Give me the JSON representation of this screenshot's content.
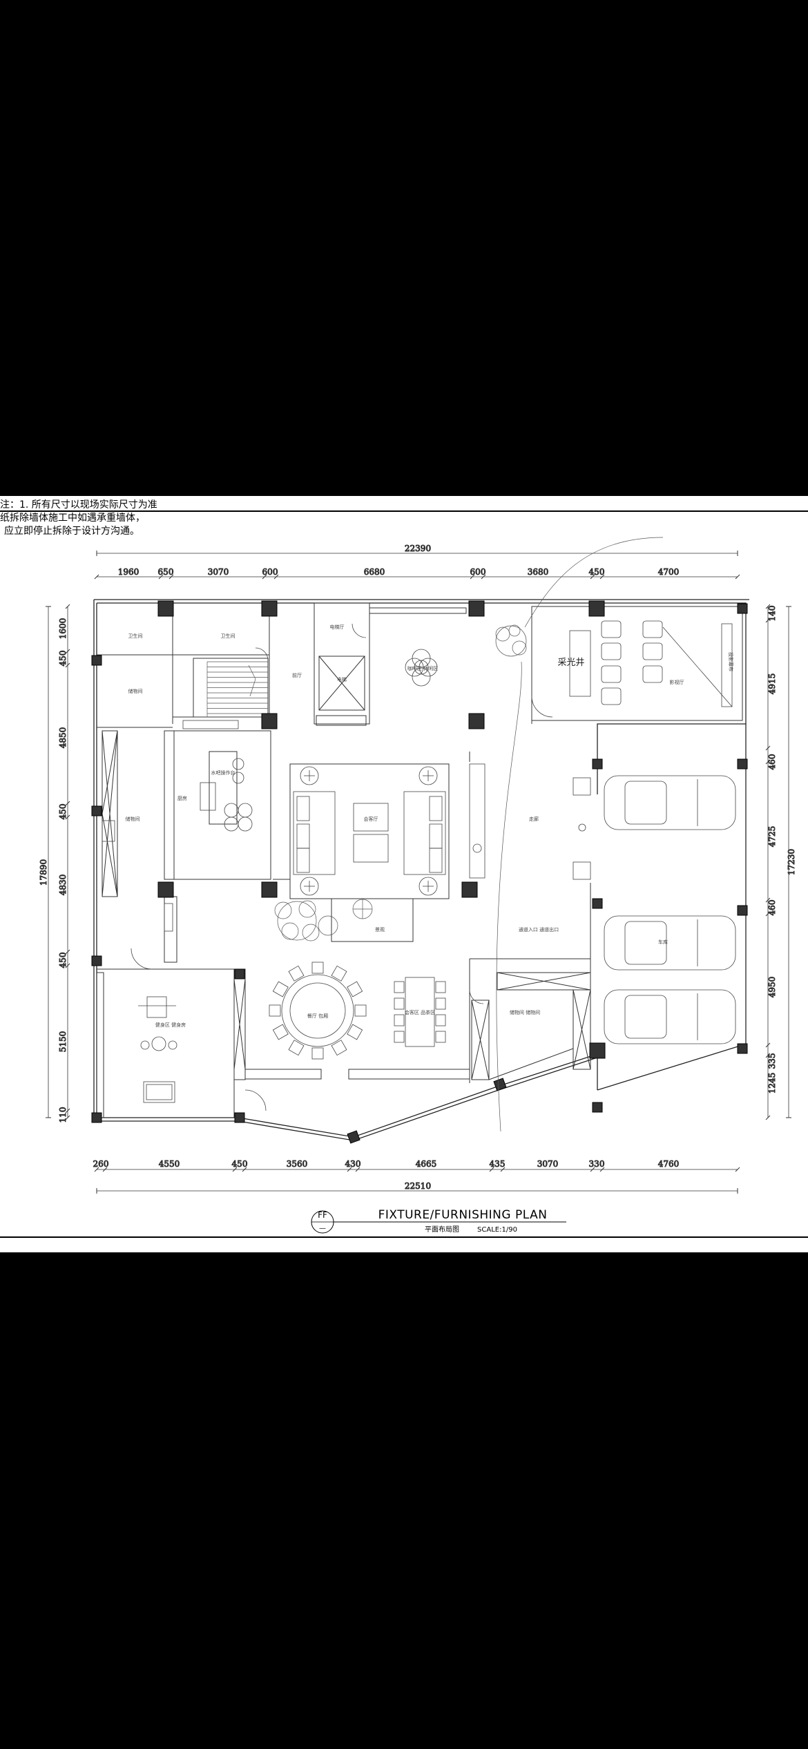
{
  "notes": {
    "line1": "注：1. 所有尺寸以现场实际尺寸为准",
    "line2": "纸拆除墙体施工中如遇承重墙体，",
    "line3": "应立即停止拆除于设计方沟通。"
  },
  "dimensions": {
    "top_total": "22390",
    "top": [
      "1960",
      "650",
      "3070",
      "600",
      "6680",
      "600",
      "3680",
      "450",
      "4700"
    ],
    "bottom_total": "22510",
    "bottom": [
      "260",
      "4550",
      "450",
      "3560",
      "430",
      "4665",
      "435",
      "3070",
      "330",
      "4760"
    ],
    "left_total": "17890",
    "left": [
      "1600",
      "450",
      "4850",
      "450",
      "4830",
      "450",
      "5150",
      "110"
    ],
    "right_total": "17230",
    "right": [
      "140",
      "4915",
      "460",
      "4725",
      "460",
      "4950",
      "335",
      "1245"
    ]
  },
  "rooms": {
    "wc1": "卫生间",
    "wc2": "卫生间",
    "storage_tl": "储物间",
    "stair_hall": "前厅",
    "elevator": "电梯厅",
    "elevator_car": "电梯",
    "cafe": "咖啡区\n休闲区",
    "skylight": "采光井",
    "viewing": "影视厅",
    "screen": "投影幕布",
    "kitchen": "厨房",
    "bar": "水吧操作台",
    "lounge": "会客厅",
    "storage_l": "储物间",
    "corridor": "走廊",
    "landscape": "景观",
    "dining": "餐厅 包厢",
    "gym": "健身区\n健身房",
    "meeting": "会客区\n品茶区",
    "storage_r": "储物间\n储物间",
    "parking": "车库",
    "passage": "通道入口\n通道出口"
  },
  "title": {
    "badge": "FF",
    "badge_sub": "—",
    "main": "FIXTURE/FURNISHING PLAN",
    "sub": "平面布局图",
    "scale": "SCALE:1/90"
  }
}
